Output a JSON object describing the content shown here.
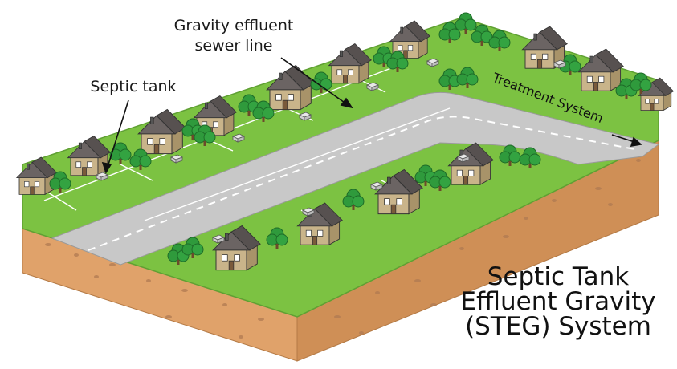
{
  "labels": {
    "gravity_line_1": "Gravity effluent",
    "gravity_line_2": "sewer line",
    "septic_tank": "Septic tank",
    "treatment_system": "Treatment System"
  },
  "title": {
    "line1": "Septic Tank",
    "line2": "Effluent Gravity",
    "line3": "(STEG) System"
  },
  "colors": {
    "grass": "#7cc242",
    "grass_edge": "#5fa033",
    "road": "#c8c8c8",
    "soil_front": "#e0a26a",
    "soil_side": "#cf8f56",
    "soil_pebbles": "#b07a52",
    "house_wall": "#c9b48a",
    "roof": "#6b6463",
    "tree": "#2f9a3c"
  },
  "icons": [
    "house-icon",
    "tree-icon",
    "septic-tank-icon",
    "arrow-icon"
  ]
}
